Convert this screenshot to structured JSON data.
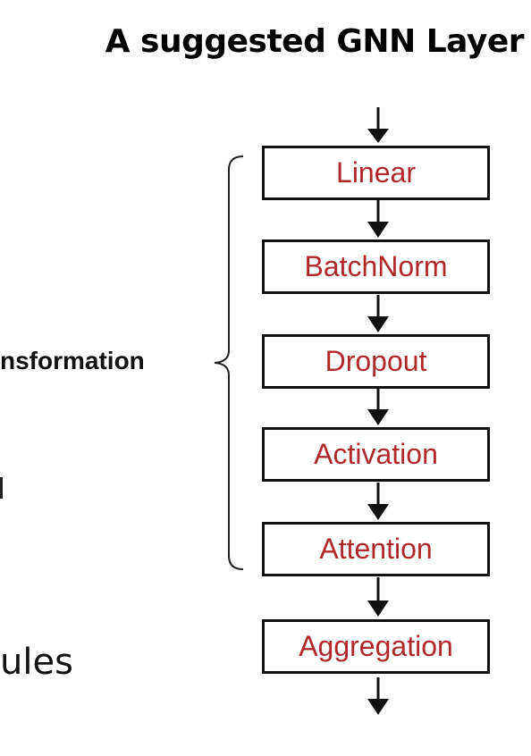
{
  "title": "A suggested GNN Layer",
  "bracket_label": "nsformation",
  "left_fragment": "ules",
  "layers": [
    "Linear",
    "BatchNorm",
    "Dropout",
    "Activation",
    "Attention",
    "Aggregation"
  ],
  "colors": {
    "layer_text": "#b0282a",
    "box_border": "#111111",
    "arrow": "#111111"
  },
  "icons": {
    "arrow": "arrow-down-icon",
    "bracket": "curly-brace-icon"
  }
}
